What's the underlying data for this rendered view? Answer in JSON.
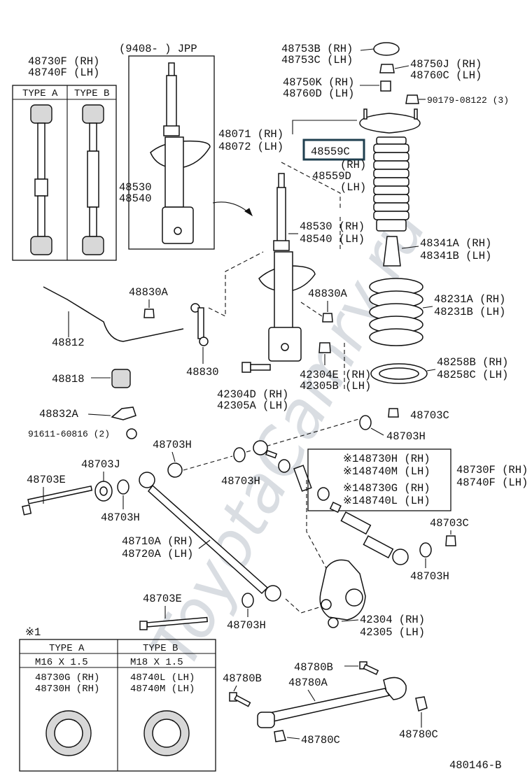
{
  "watermark": "ToyotaCamry.ru",
  "drawing_number": "480146-B",
  "inset_strut": {
    "header": "(9408-       ) JPP",
    "label_a": "48530",
    "label_b": "48540"
  },
  "inset_arm": {
    "label_a": "48730F (RH)",
    "label_b": "48740F (LH)",
    "type_a": "TYPE A",
    "type_b": "TYPE B"
  },
  "bottom_table": {
    "mark": "※1",
    "col_a_header": "TYPE  A",
    "col_b_header": "TYPE  B",
    "col_a_thread": "M16  X  1.5",
    "col_b_thread": "M18  X  1.5",
    "col_a_parts": [
      "48730G (RH)",
      "48730H (RH)"
    ],
    "col_b_parts": [
      "48740L (LH)",
      "48740M (LH)"
    ]
  },
  "highlighted_part": "48559C",
  "labels": {
    "p48753": [
      "48753B (RH)",
      "48753C (LH)"
    ],
    "p48750j": [
      "48750J (RH)",
      "48760C (LH)"
    ],
    "p48750k": [
      "48750K (RH)",
      "48760D (LH)"
    ],
    "p90179": "90179-08122 (3)",
    "p48071": [
      "48071 (RH)",
      "48072 (LH)"
    ],
    "p48559c_suffix": "(RH)",
    "p48559d": [
      "48559D",
      "(LH)"
    ],
    "p48530": [
      "48530 (RH)",
      "48540 (LH)"
    ],
    "p48341": [
      "48341A (RH)",
      "48341B (LH)"
    ],
    "p48231": [
      "48231A (RH)",
      "48231B (LH)"
    ],
    "p48258": [
      "48258B (RH)",
      "48258C (LH)"
    ],
    "p48830a_left": "48830A",
    "p48830a_right": "48830A",
    "p48830": "48830",
    "p48812": "48812",
    "p48818": "48818",
    "p48832a": "48832A",
    "p91611": "91611-60816 (2)",
    "p42304d": [
      "42304D (RH)",
      "42305A (LH)"
    ],
    "p42304e": [
      "42304E (RH)",
      "42305B (LH)"
    ],
    "p48703c_top": "48703C",
    "p48703h_top": "48703H",
    "p48703h_mid": "48703H",
    "p48703h_mid2": "48703H",
    "p48703j": "48703J",
    "p48703e_left": "48703E",
    "p48703h_left": "48703H",
    "p148730h": "※148730H (RH)",
    "p148740m": "※148740M (LH)",
    "p148730g": "※148730G (RH)",
    "p148740l": "※148740L (LH)",
    "p48730f": [
      "48730F (RH)",
      "48740F (LH)"
    ],
    "p48703c_right": "48703C",
    "p48703h_right": "48703H",
    "p48710a": [
      "48710A (RH)",
      "48720A (LH)"
    ],
    "p48703e_mid": "48703E",
    "p48703h_bottom": "48703H",
    "p42304": [
      "42304 (RH)",
      "42305 (LH)"
    ],
    "p48780b_mid": "48780B",
    "p48780b_left": "48780B",
    "p48780a": "48780A",
    "p48780c_mid": "48780C",
    "p48780c_right": "48780C"
  }
}
